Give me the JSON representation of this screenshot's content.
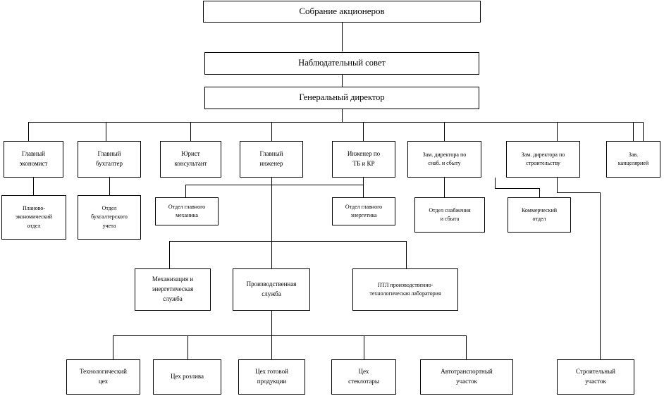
{
  "diagram": {
    "title_text": "",
    "type": "organizational-chart",
    "language": "ru",
    "colors": {
      "background": "#ffffff",
      "box_border": "#000000",
      "connector": "#000000",
      "text": "#000000"
    },
    "levels": {
      "level1": {
        "nodes": [
          {
            "id": "shareholders-meeting",
            "lines": [
              "Собрание акционеров"
            ]
          }
        ]
      },
      "level2": {
        "nodes": [
          {
            "id": "supervisory-board",
            "lines": [
              "Наблюдательный совет"
            ]
          }
        ]
      },
      "level3": {
        "nodes": [
          {
            "id": "general-director",
            "lines": [
              "Генеральный директор"
            ]
          }
        ]
      },
      "level4": {
        "nodes": [
          {
            "id": "chief-economist",
            "lines": [
              "Главный",
              "экономист"
            ]
          },
          {
            "id": "chief-accountant",
            "lines": [
              "Главный",
              "бухгалтер"
            ]
          },
          {
            "id": "legal-consultant",
            "lines": [
              "Юрист",
              "консультант"
            ]
          },
          {
            "id": "chief-engineer",
            "lines": [
              "Главный",
              "инженер"
            ]
          },
          {
            "id": "safety-engineer",
            "lines": [
              "Инженер по",
              "ТБ и КР"
            ]
          },
          {
            "id": "deputy-director-supply-sales",
            "lines": [
              "Зам. директора по",
              "снаб. и сбыту"
            ]
          },
          {
            "id": "deputy-director-construction",
            "lines": [
              "Зам. директора по",
              "строительству"
            ]
          },
          {
            "id": "head-of-chancellery",
            "lines": [
              "Зав.",
              "канцелярией"
            ]
          }
        ]
      },
      "level5": {
        "nodes": [
          {
            "id": "planning-economic-department",
            "lines": [
              "Планово-",
              "экономический",
              "отдел"
            ]
          },
          {
            "id": "accounting-department",
            "lines": [
              "Отдел",
              "бухгалтерского",
              "учета"
            ]
          },
          {
            "id": "chief-mechanic-department",
            "lines": [
              "Отдел главного",
              "механика"
            ]
          },
          {
            "id": "chief-power-engineer-department",
            "lines": [
              "Отдел главного",
              "энергетика"
            ]
          },
          {
            "id": "supply-and-sales-department",
            "lines": [
              "Отдел снабжения",
              "и сбыта"
            ]
          },
          {
            "id": "commercial-department",
            "lines": [
              "Коммерческий",
              "отдел"
            ]
          }
        ]
      },
      "level6": {
        "nodes": [
          {
            "id": "mechanization-power-service",
            "lines": [
              "Механизация и",
              "энергетическая",
              "служба"
            ]
          },
          {
            "id": "production-service",
            "lines": [
              "Производственная",
              "служба"
            ]
          },
          {
            "id": "ptl-production-technology-lab",
            "lines": [
              "ПТЛ производственно-",
              "технологическая лаборатория"
            ]
          }
        ]
      },
      "level7": {
        "nodes": [
          {
            "id": "technological-shop",
            "lines": [
              "Технологический",
              "цех"
            ]
          },
          {
            "id": "bottling-shop",
            "lines": [
              "Цех розлива"
            ]
          },
          {
            "id": "finished-goods-shop",
            "lines": [
              "Цех готовой",
              "продукции"
            ]
          },
          {
            "id": "glass-container-shop",
            "lines": [
              "Цех",
              "стеклотары"
            ]
          },
          {
            "id": "motor-transport-section",
            "lines": [
              "Автотранспортный",
              "участок"
            ]
          },
          {
            "id": "construction-section",
            "lines": [
              "Строительный",
              "участок"
            ]
          }
        ]
      }
    }
  }
}
